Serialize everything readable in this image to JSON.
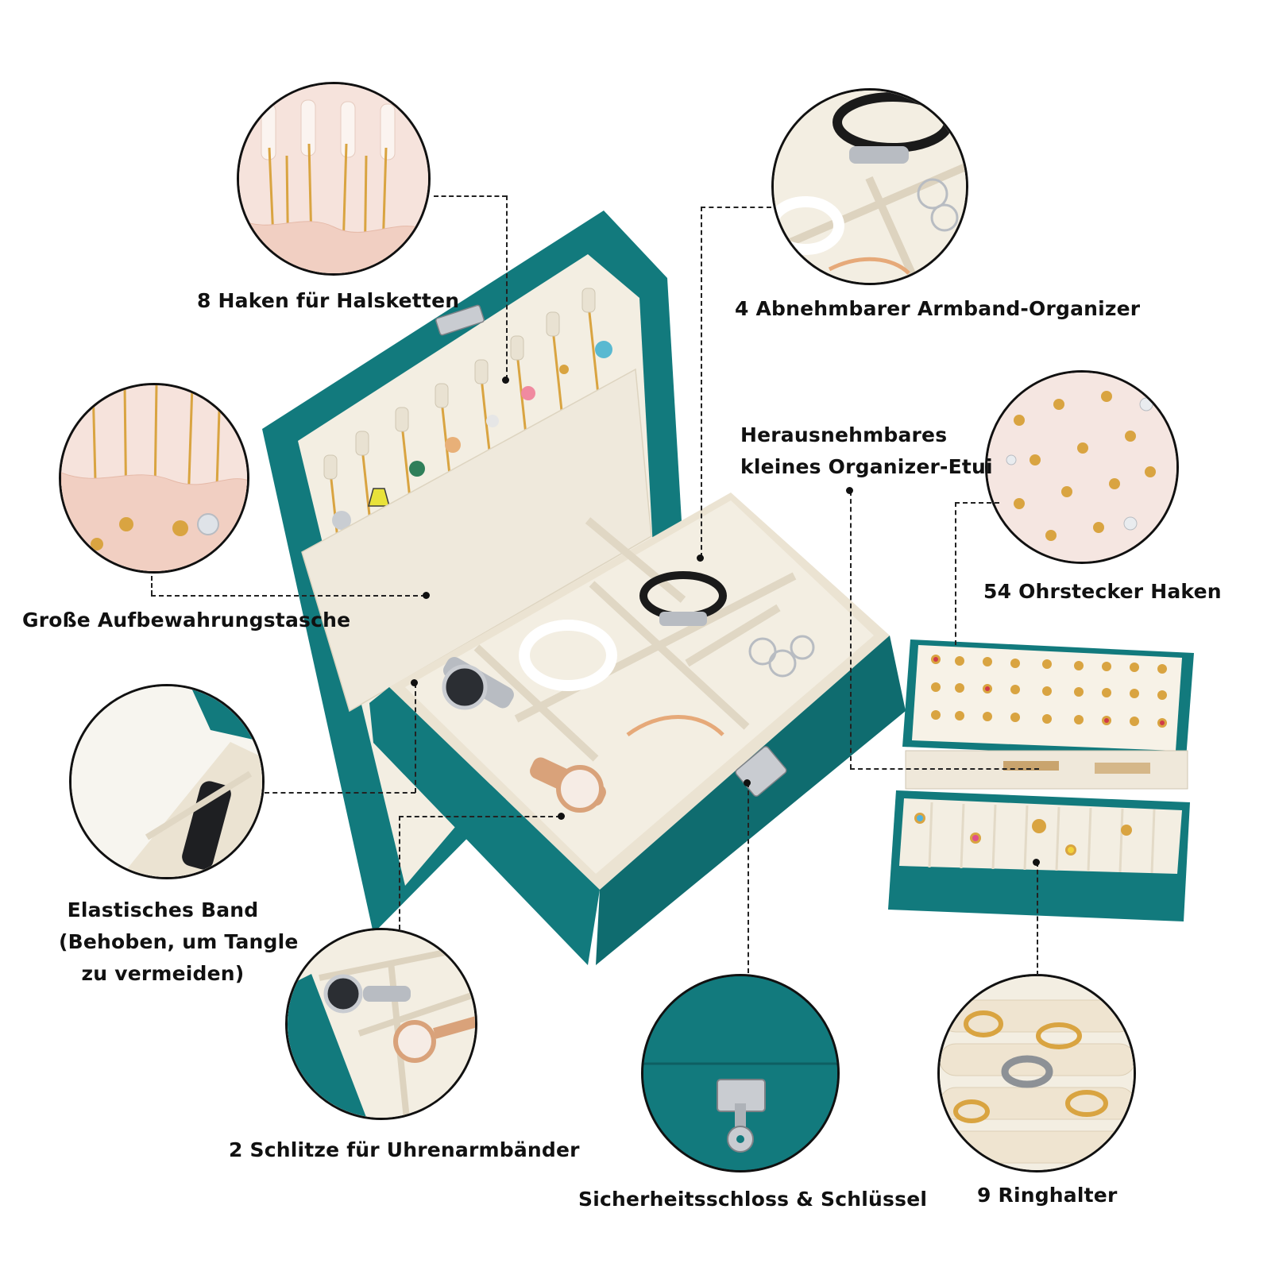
{
  "labels": {
    "necklace_hooks": "8 Haken für Halsketten",
    "bracelet_organizer": "4 Abnehmbarer Armband-Organizer",
    "small_case_line1": "Herausnehmbares",
    "small_case_line2": "kleines Organizer-Etui",
    "storage_pocket": "Große Aufbewahrungstasche",
    "earring_hooks": "54 Ohrstecker Haken",
    "elastic_band_line1": "Elastisches Band",
    "elastic_band_line2": "(Behoben, um Tangle",
    "elastic_band_line3": "zu vermeiden)",
    "watch_slots": "2 Schlitze für Uhrenarmbänder",
    "lock_key": "Sicherheitsschloss & Schlüssel",
    "ring_holders": "9 Ringhalter"
  },
  "colors": {
    "teal": "#127a7d",
    "teal_dark": "#0d5f62",
    "cream": "#f3eee2",
    "blush": "#f4dcd2",
    "gold": "#d9a441",
    "silver": "#b8bcc2",
    "leader": "#222222"
  }
}
